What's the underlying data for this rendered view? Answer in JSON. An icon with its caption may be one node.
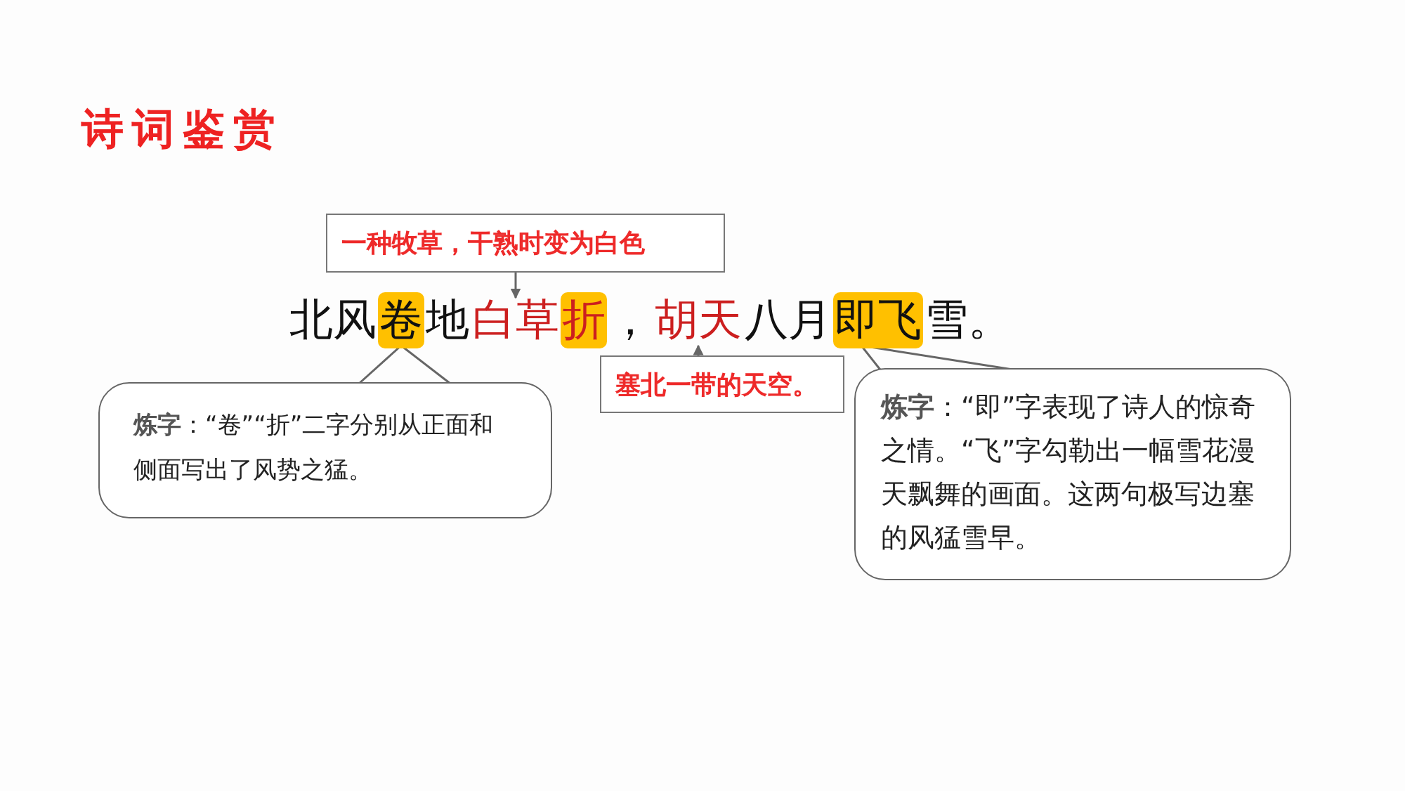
{
  "diagram": {
    "title": "诗词鉴赏",
    "nodes": [
      {
        "text": [
          "北风"
        ]
      },
      {
        "text": [
          "卷"
        ]
      },
      {
        "text": [
          "地"
        ]
      },
      {
        "text": [
          "白草"
        ]
      },
      {
        "text": [
          "折"
        ]
      },
      {
        "text": [
          "，"
        ]
      },
      {
        "text": [
          "胡天"
        ]
      },
      {
        "text": [
          "八月"
        ]
      },
      {
        "text": [
          "即飞"
        ]
      },
      {
        "text": [
          "雪。"
        ]
      },
      {
        "text": [
          "一种牧草，干熟时变为白色"
        ]
      },
      {
        "text": [
          "**炼字**：“卷”“折”二字分别从正面和侧面写出了风势之猛。"
        ]
      },
      {
        "text": [
          "塞北一带的天空。"
        ]
      },
      {
        "text": [
          "**炼字**：“即”字表现了诗人的惊奇之情。“飞”字勾勒出一幅雪花漫天飘舞的画面。这两句极写边塞的风猛雪早。"
        ]
      }
    ],
    "edges": [
      {
        "from": 10,
        "to": 3,
        "arrow": "to"
      },
      {
        "from": 11,
        "to": 1,
        "arrow": "none"
      },
      {
        "from": 12,
        "to": 6,
        "arrow": "to"
      },
      {
        "from": 13,
        "to": 8,
        "arrow": "none"
      }
    ]
  }
}
